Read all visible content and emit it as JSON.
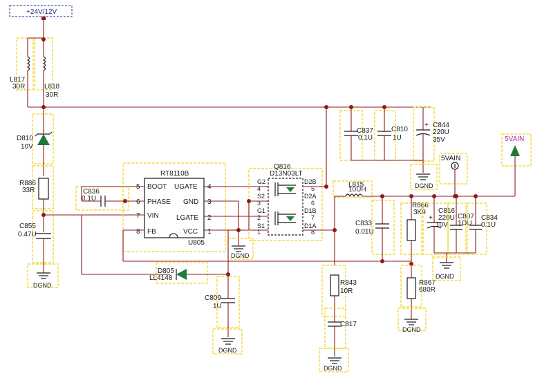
{
  "colors": {
    "wire": "#8b1a1a",
    "highlight": "#f2d21b",
    "net_blue": "#1f2f8f",
    "net_magenta": "#b01fb0",
    "output_arrow": "#1f7a3a"
  },
  "nets": {
    "input": "+24V/12V",
    "output": "5VAIN",
    "test_point": "5VAIN",
    "ground": "DGND"
  },
  "inductors": [
    {
      "ref": "L817",
      "value": "30R"
    },
    {
      "ref": "L818",
      "value": "30R"
    },
    {
      "ref": "L815",
      "value": "10UH"
    }
  ],
  "zener": {
    "ref": "D810",
    "value": "10V"
  },
  "resistors": [
    {
      "ref": "R886",
      "value": "33R"
    },
    {
      "ref": "R843",
      "value": "10R"
    },
    {
      "ref": "R866",
      "value": "3K9"
    },
    {
      "ref": "R867",
      "value": "680R"
    }
  ],
  "capacitors": [
    {
      "ref": "C855",
      "value": "0.47U"
    },
    {
      "ref": "C836",
      "value": "0.1U"
    },
    {
      "ref": "C809",
      "value": "1U"
    },
    {
      "ref": "C837",
      "value": "0.1U"
    },
    {
      "ref": "C810",
      "value": "1U"
    },
    {
      "ref": "C844",
      "value": "220U",
      "voltage": "35V"
    },
    {
      "ref": "C833",
      "value": "0.01U"
    },
    {
      "ref": "C816",
      "value": "220U",
      "voltage": "10V"
    },
    {
      "ref": "C807",
      "value": "1OU"
    },
    {
      "ref": "C834",
      "value": "0.1U"
    },
    {
      "ref": "C817",
      "value": ""
    }
  ],
  "ic": {
    "part": "RT8110B",
    "ref": "U805",
    "pins_left": [
      {
        "num": "5",
        "name": "BOOT"
      },
      {
        "num": "6",
        "name": "PHASE"
      },
      {
        "num": "7",
        "name": "VIN"
      },
      {
        "num": "8",
        "name": "FB"
      }
    ],
    "pins_right": [
      {
        "num": "4",
        "name": "UGATE"
      },
      {
        "num": "3",
        "name": "GND"
      },
      {
        "num": "2",
        "name": "LGATE"
      },
      {
        "num": "1",
        "name": "VCC"
      }
    ]
  },
  "mosfet": {
    "ref": "Q816",
    "part": "D13N03LT",
    "pins_left": [
      {
        "num": "4",
        "name": "G2"
      },
      {
        "num": "3",
        "name": "S2"
      },
      {
        "num": "2",
        "name": "G1"
      },
      {
        "num": "1",
        "name": "S1"
      }
    ],
    "pins_right": [
      {
        "num": "5",
        "name": "D2B"
      },
      {
        "num": "6",
        "name": "D2A"
      },
      {
        "num": "7",
        "name": "D1B"
      },
      {
        "num": "8",
        "name": "D1A"
      }
    ]
  },
  "diode": {
    "ref": "D805",
    "value": "LL4148"
  }
}
